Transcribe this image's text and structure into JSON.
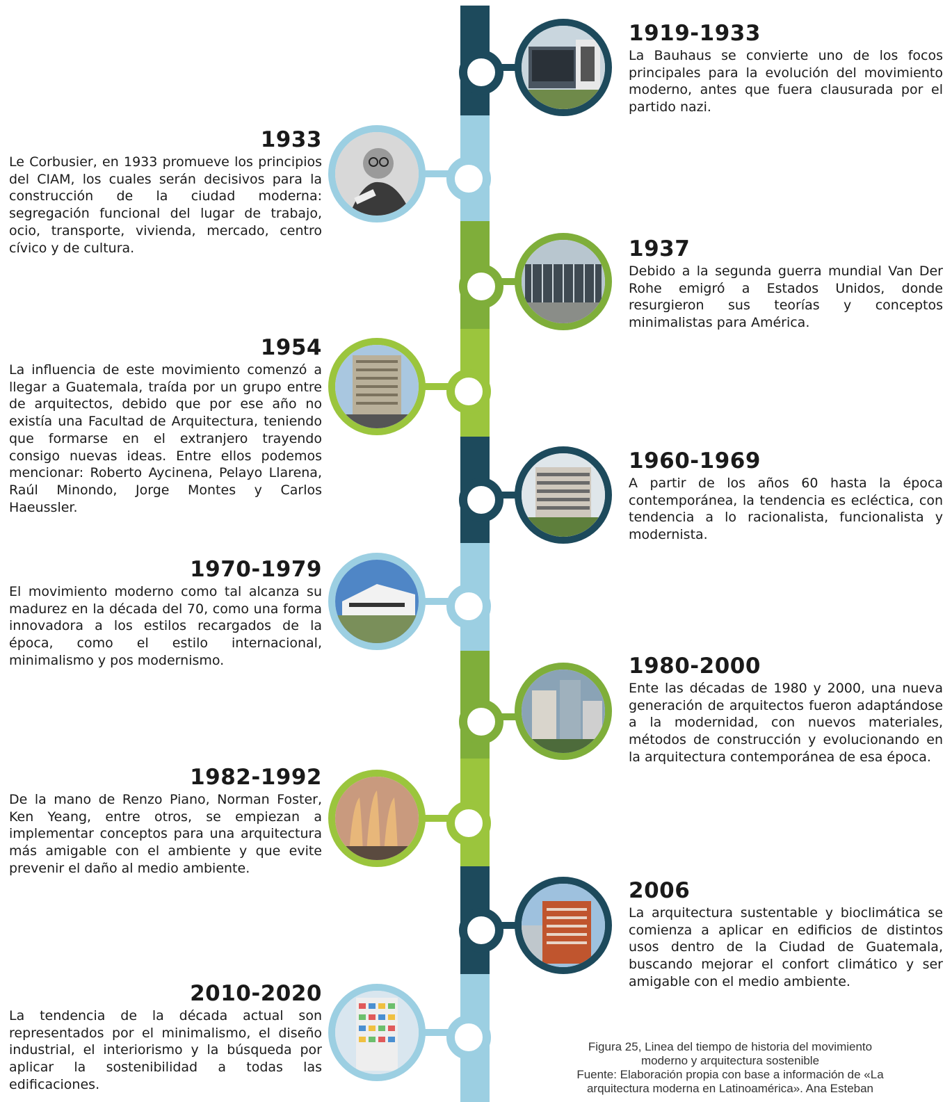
{
  "colors": {
    "dark_teal": "#1d4a5c",
    "light_blue": "#9ccfe2",
    "green": "#7fae3a",
    "lime": "#9bc53d"
  },
  "entries": [
    {
      "side": "right",
      "year": "1919-1933",
      "image": "bauhaus-building-photo",
      "text": "La Bauhaus se convierte uno de los focos principales para la evolución del movimiento moderno, antes que fuera clausurada por el partido nazi."
    },
    {
      "side": "left",
      "year": "1933",
      "image": "le-corbusier-portrait-photo",
      "text": "Le Corbusier, en 1933 promueve los principios del CIAM, los cuales serán decisivos para la construcción de la ciudad moderna: segregación funcional del lugar de trabajo, ocio, transporte, vivienda, mercado, centro cívico y de cultura."
    },
    {
      "side": "right",
      "year": "1937",
      "image": "van-der-rohe-building-photo",
      "text": "Debido a la segunda guerra mundial Van Der Rohe emigró a Estados Unidos, donde resurgieron sus teorías y conceptos minimalistas para América."
    },
    {
      "side": "left",
      "year": "1954",
      "image": "guatemala-modern-building-photo",
      "text": "La influencia de este movimiento comenzó a llegar a Guatemala, traída por un grupo entre de arquitectos, debido que por ese año no existía una Facultad de Arquitectura, teniendo que formarse en el extranjero trayendo consigo nuevas ideas. Entre ellos podemos mencionar: Roberto Aycinena, Pelayo Llarena, Raúl Minondo, Jorge Montes y Carlos Haeussler."
    },
    {
      "side": "right",
      "year": "1960-1969",
      "image": "eclectic-building-photo",
      "text": "A partir de los años 60 hasta la época contemporánea, la tendencia es ecléctica, con tendencia a lo racionalista, funcionalista y modernista."
    },
    {
      "side": "left",
      "year": "1970-1979",
      "image": "international-style-building-photo",
      "text": "El movimiento moderno como tal alcanza su madurez en la década del 70, como una forma innovadora a los estilos recargados de la época, como el estilo internacional, minimalismo y pos modernismo."
    },
    {
      "side": "right",
      "year": "1980-2000",
      "image": "city-towers-photo",
      "text": "Ente las décadas de 1980 y 2000, una nueva generación de arquitectos fueron adaptándose a la modernidad, con nuevos materiales, métodos de construcción y evolucionando en la arquitectura contemporánea de esa época."
    },
    {
      "side": "left",
      "year": "1982-1992",
      "image": "renzo-piano-structure-photo",
      "text": "De la mano de Renzo Piano, Norman Foster, Ken Yeang, entre otros, se empiezan a implementar conceptos para una arquitectura más amigable con el ambiente y que evite prevenir el daño al medio ambiente."
    },
    {
      "side": "right",
      "year": "2006",
      "image": "sustainable-building-photo",
      "text": "La arquitectura sustentable y bioclimática se comienza a aplicar en edificios de distintos usos dentro de la Ciudad de Guatemala, buscando mejorar el confort climático y ser amigable con el medio ambiente."
    },
    {
      "side": "left",
      "year": "2010-2020",
      "image": "colorful-tower-photo",
      "text": "La tendencia de la década actual son representados por el minimalismo, el diseño industrial, el interiorismo y la búsqueda por aplicar la sostenibilidad a todas las edificaciones."
    }
  ],
  "caption": {
    "line1": "Figura  25, Linea del tiempo de historia del movimiento",
    "line2": "moderno y arquitectura sostenible",
    "line3": "Fuente: Elaboración propia con base a información de «La",
    "line4": "arquitectura moderna en Latinoamérica». Ana Esteban"
  }
}
